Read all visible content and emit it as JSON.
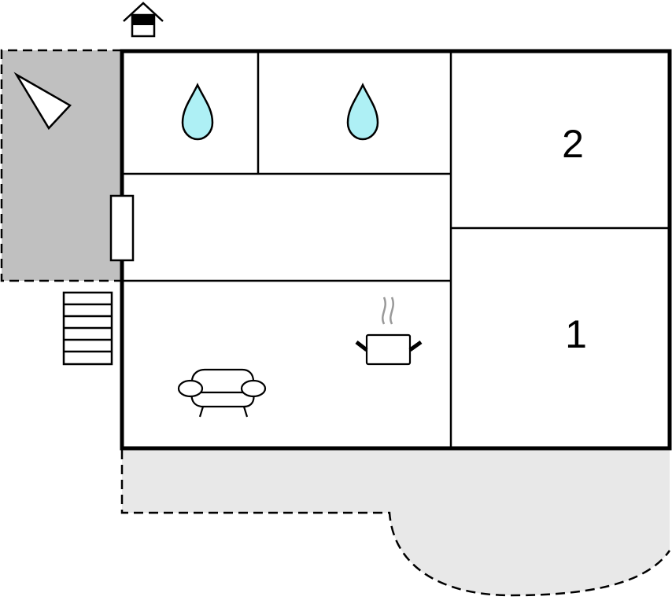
{
  "floorplan": {
    "rooms": [
      {
        "name": "bathroom-1",
        "icon": "water-drop-icon"
      },
      {
        "name": "bathroom-2",
        "icon": "water-drop-icon"
      },
      {
        "name": "hallway"
      },
      {
        "name": "living-kitchen",
        "icons": [
          "armchair-icon",
          "cooking-pot-icon"
        ]
      },
      {
        "name": "bedroom-2",
        "label": "2"
      },
      {
        "name": "bedroom-1",
        "label": "1"
      }
    ],
    "colors": {
      "wall": "#000000",
      "water": "#aef0f5",
      "covered_area": "#c0c0c0",
      "terrace": "#e8e8e8",
      "steam": "#999999"
    }
  }
}
